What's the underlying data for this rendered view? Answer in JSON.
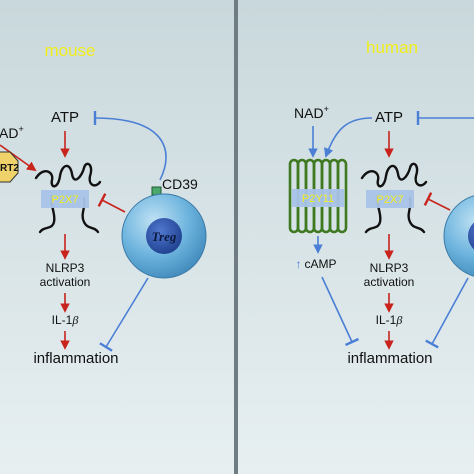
{
  "panels": {
    "mouse": {
      "title": "mouse",
      "nad_partial": "AD",
      "nad_superscript": "+",
      "enzyme_partial": "RT2",
      "atp": "ATP",
      "receptor": "P2X7",
      "ectoenzyme": "CD39",
      "cell": "Treg",
      "nlrp3": "NLRP3",
      "activation": "activation",
      "cytokine": "IL-1",
      "cytokine_greek": "β",
      "outcome": "inflammation"
    },
    "human": {
      "title": "human",
      "nad": "NAD",
      "nad_superscript": "+",
      "atp": "ATP",
      "receptor_gpcr": "P2Y11",
      "receptor": "P2X7",
      "camp": "cAMP",
      "camp_arrow": "↑",
      "nlrp3": "NLRP3",
      "activation": "activation",
      "cytokine": "IL-1",
      "cytokine_greek": "β",
      "outcome": "inflammation"
    }
  },
  "colors": {
    "panel_top": "#ccdadd",
    "panel_bottom": "#e6eef0",
    "title": "#f2ee1a",
    "activation_arrow": "#c8241d",
    "inhibition_arrow": "#4b7fd6",
    "receptor_label": "#f2ee1a",
    "receptor_box": "#a9c3e8",
    "treg_cell": "#5fa8d8",
    "treg_nucleus": "#2d4fa8",
    "p2y11_loops": "#3f7a22",
    "enzyme_fill": "#efd36a"
  }
}
